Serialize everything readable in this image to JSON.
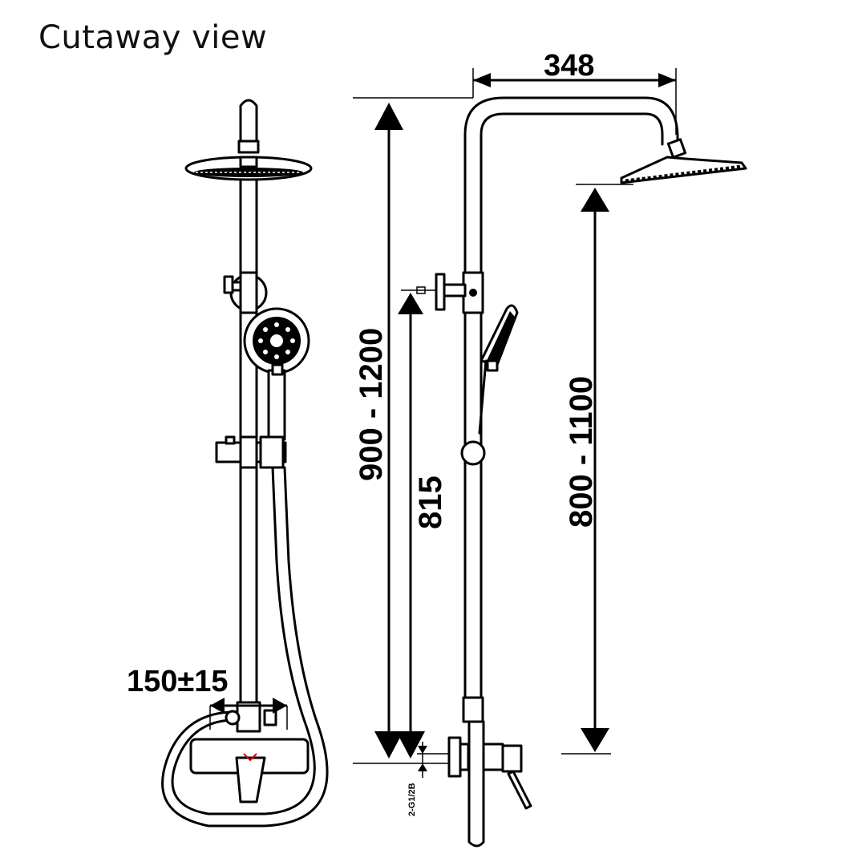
{
  "title": "Cutaway view",
  "dimensions": {
    "top_width": "348",
    "total_height": "900 - 1200",
    "bracket_height": "815",
    "head_height": "800 - 1100",
    "mixer_spacing": "150±15",
    "inlet_thread": "2-G1/2B"
  },
  "colors": {
    "line": "#000000",
    "background": "#ffffff",
    "text": "#111111"
  }
}
